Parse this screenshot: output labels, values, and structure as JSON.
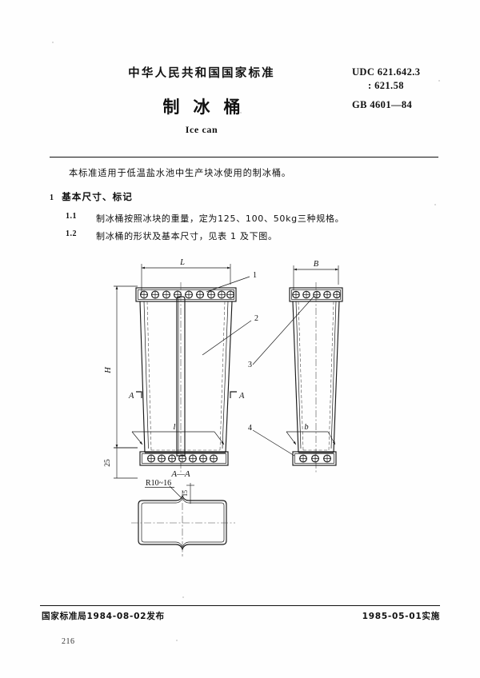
{
  "header": {
    "standard_org": "中华人民共和国国家标准",
    "title_cn": "制冰桶",
    "title_en": "Ice can",
    "udc_line1": "UDC 621.642.3",
    "udc_line2": ": 621.58",
    "standard_no": "GB 4601—84"
  },
  "body": {
    "intro": "本标准适用于低温盐水池中生产块冰使用的制冰桶。",
    "clause1_num": "1",
    "clause1_title": "基本尺寸、标记",
    "clause11_num": "1.1",
    "clause11_text": "制冰桶按照冰块的重量，定为125、100、50kg三种规格。",
    "clause12_num": "1.2",
    "clause12_text": "制冰桶的形状及基本尺寸，见表 1 及下图。"
  },
  "drawing": {
    "dim_L": "L",
    "dim_B": "B",
    "dim_H": "H",
    "dim_l": "l",
    "dim_b": "b",
    "dim_25": "25",
    "callout_1": "1",
    "callout_2": "2",
    "callout_3": "3",
    "callout_4": "4",
    "section_mark_left": "A",
    "section_mark_right": "A",
    "section_title": "A—A",
    "radius_note": "R10~16",
    "notch_dim": "15",
    "front_top_holes": 9,
    "front_bottom_holes": 7,
    "side_top_holes": 5,
    "side_bottom_holes": 3
  },
  "footer": {
    "issue": "国家标准局1984-08-02发布",
    "effective": "1985-05-01实施",
    "page_number": "216"
  }
}
